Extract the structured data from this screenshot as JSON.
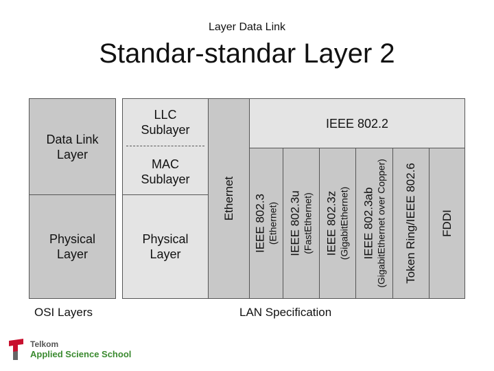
{
  "header": {
    "subtitle": "Layer Data Link",
    "title": "Standar-standar Layer 2"
  },
  "osi": {
    "data_link": "Data Link\nLayer",
    "physical": "Physical\nLayer",
    "footer": "OSI Layers"
  },
  "lan": {
    "llc": "LLC\nSublayer",
    "mac": "MAC\nSublayer",
    "physical": "Physical\nLayer",
    "ethernet": "Ethernet",
    "ieee8022": "IEEE 802.2",
    "columns": [
      {
        "main": "IEEE 802.3",
        "sub": "(Ethernet)"
      },
      {
        "main": "IEEE 802.3u",
        "sub": "(FastEthernet)"
      },
      {
        "main": "IEEE 802.3z",
        "sub": "(GigabitEthernet)"
      },
      {
        "main": "IEEE 802.3ab",
        "sub": "(GigabitEthernet over Copper)"
      },
      {
        "main": "Token Ring/IEEE 802.6",
        "sub": ""
      },
      {
        "main": "FDDI",
        "sub": ""
      }
    ],
    "footer": "LAN Specification"
  },
  "logo": {
    "line1": "Telkom",
    "line2": "Applied Science School",
    "colors": {
      "red": "#c8102e",
      "gray": "#666666",
      "green": "#3a8a2f"
    }
  },
  "colors": {
    "dark_cell": "#c8c8c8",
    "light_cell": "#e4e4e4",
    "border": "#555555"
  }
}
